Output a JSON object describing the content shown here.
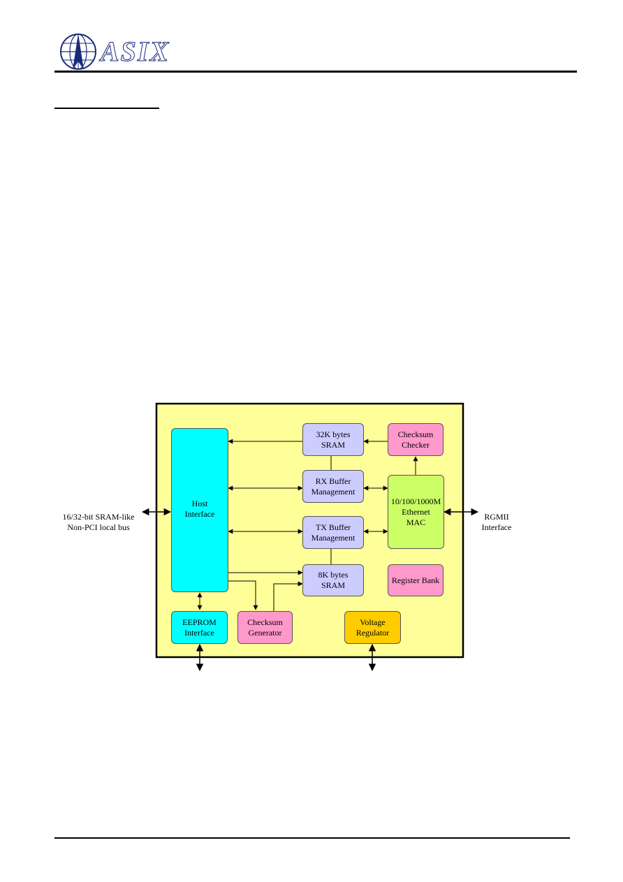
{
  "header": {
    "logo_text": "ASIX"
  },
  "diagram": {
    "blocks": {
      "host_interface": "Host\nInterface",
      "sram_32k": "32K bytes\nSRAM",
      "checksum_checker": "Checksum\nChecker",
      "rx_buffer": "RX Buffer\nManagement",
      "ethernet_mac": "10/100/1000M\nEthernet\nMAC",
      "tx_buffer": "TX Buffer\nManagement",
      "sram_8k": "8K bytes\nSRAM",
      "register_bank": "Register Bank",
      "eeprom_interface": "EEPROM\nInterface",
      "checksum_generator": "Checksum\nGenerator",
      "voltage_regulator": "Voltage\nRegulator"
    },
    "external": {
      "left_bus": "16/32-bit SRAM-like\nNon-PCI local bus",
      "right_bus": "RGMII\nInterface"
    },
    "colors": {
      "chip_bg": "#ffff99",
      "host": "#00ffff",
      "sram": "#ccccff",
      "pink": "#ff99cc",
      "mac": "#ccff66",
      "voltage": "#ffcc00"
    }
  }
}
